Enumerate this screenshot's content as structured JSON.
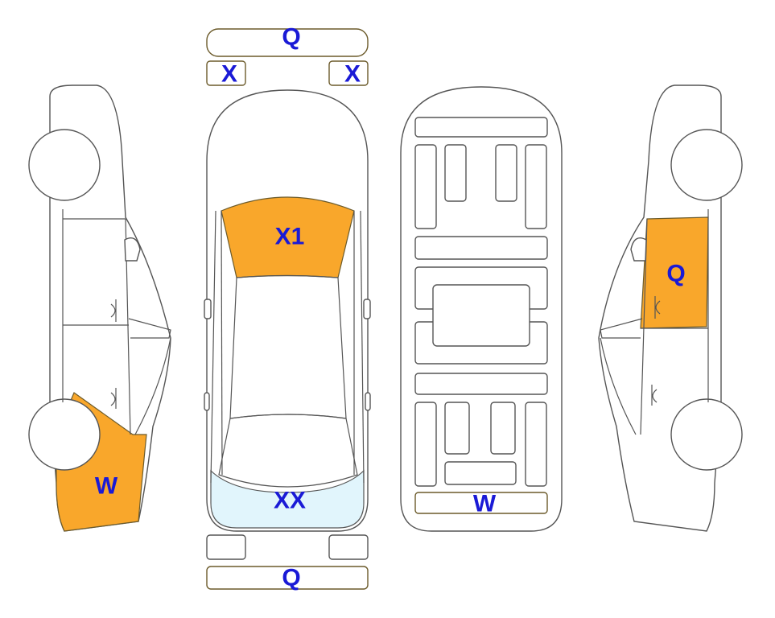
{
  "colors": {
    "damage": "#F9A72B",
    "highlight": "#E1F5FC",
    "label": "#1A1AD6",
    "outline": "#555555"
  },
  "labels": {
    "front_bumper": "Q",
    "left_headlight": "X",
    "right_headlight": "X",
    "windshield": "X1",
    "rear_window": "XX",
    "rear_bumper": "Q",
    "left_rear_quarter": "W",
    "underbody_rear": "W",
    "right_front_door": "Q"
  }
}
